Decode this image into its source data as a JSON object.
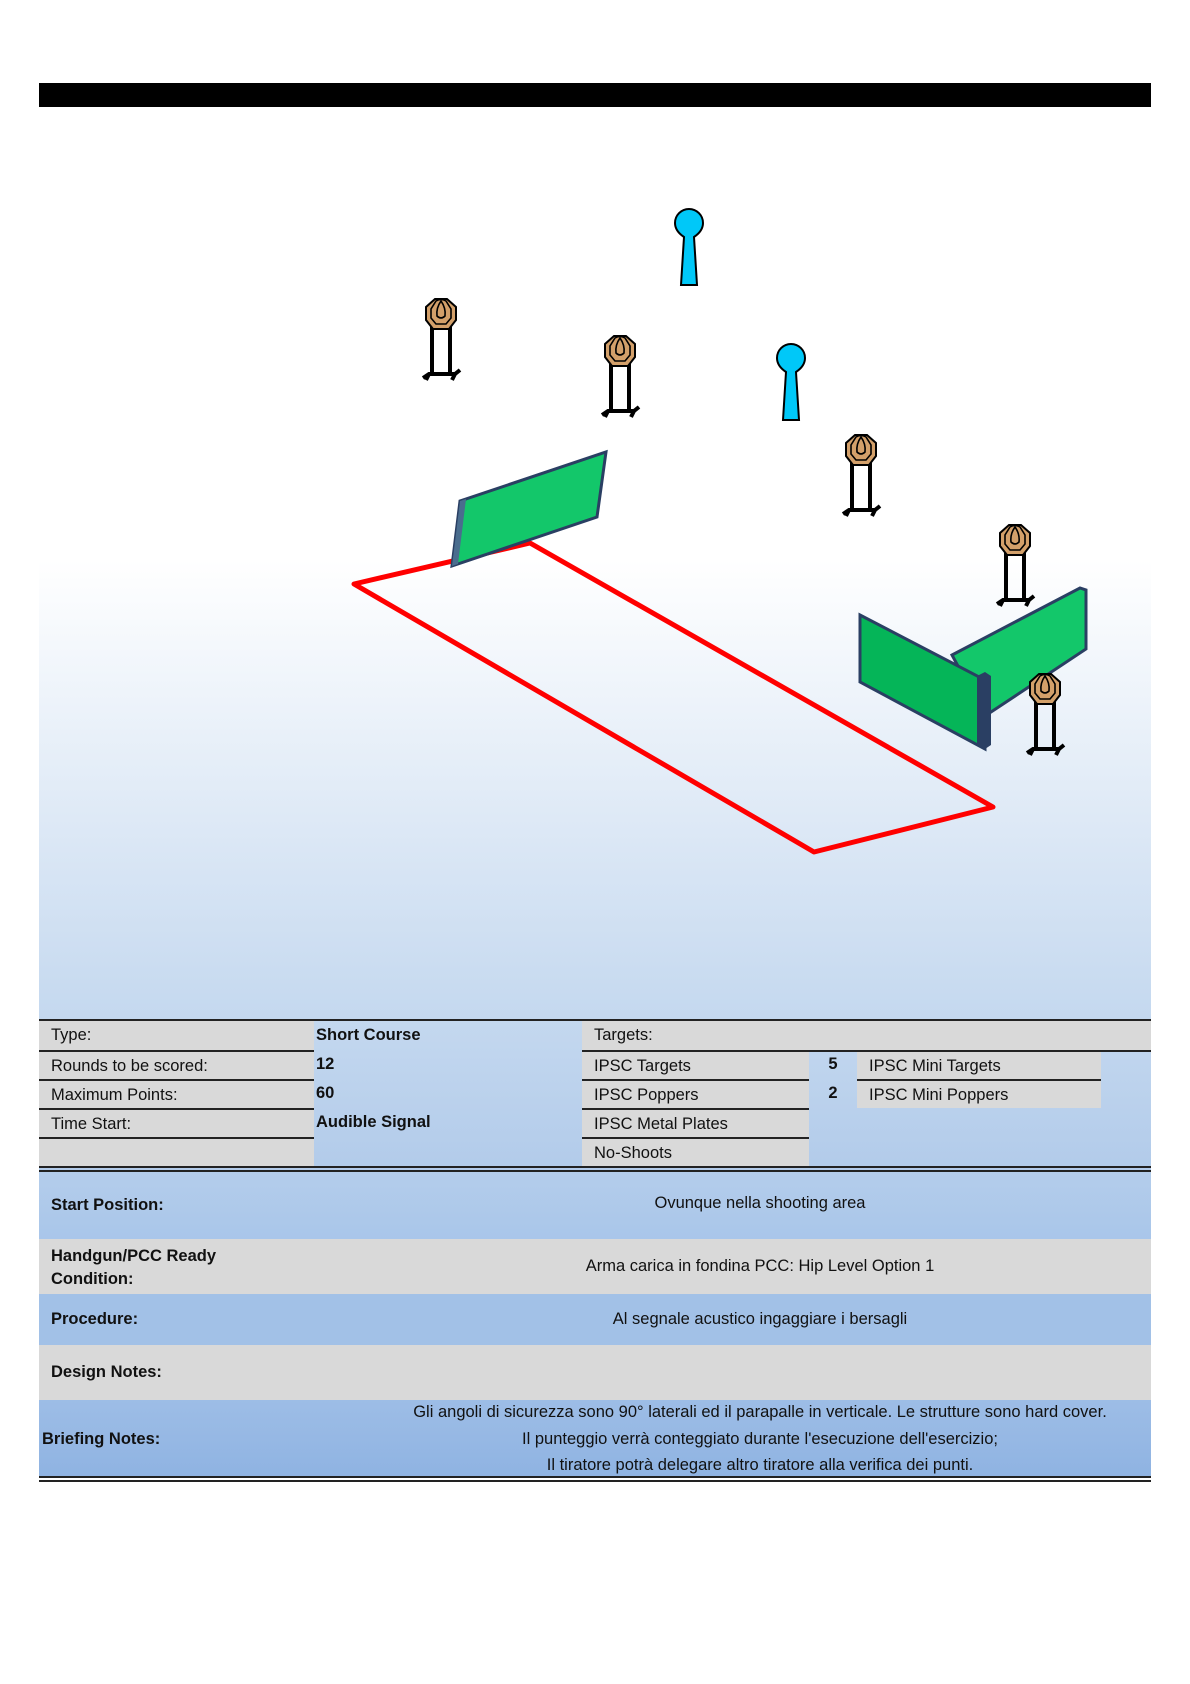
{
  "stage": {
    "colors": {
      "fault_line": "#ff0000",
      "wall": "#13c76a",
      "paper_target": "#d3a06a",
      "popper": "#00c8f8"
    }
  },
  "info": {
    "type_label": "Type:",
    "type_value": "Short Course",
    "rounds_label": "Rounds to be scored:",
    "rounds_value": "12",
    "max_points_label": "Maximum Points:",
    "max_points_value": "60",
    "time_start_label": "Time Start:",
    "time_start_value": "Audible Signal",
    "targets_label": "Targets:",
    "targets": [
      {
        "label": "IPSC Targets",
        "count": "5"
      },
      {
        "label": "IPSC Poppers",
        "count": "2"
      },
      {
        "label": "IPSC Metal Plates",
        "count": ""
      },
      {
        "label": "No-Shoots",
        "count": ""
      }
    ],
    "mini_targets": [
      {
        "label": "IPSC Mini Targets"
      },
      {
        "label": "IPSC Mini Poppers"
      }
    ]
  },
  "details": {
    "start_position": {
      "label": "Start Position:",
      "value": "Ovunque nella shooting area"
    },
    "ready_condition": {
      "label_line1": "Handgun/PCC Ready",
      "label_line2": "Condition:",
      "value": "Arma carica in fondina PCC: Hip Level Option 1"
    },
    "procedure": {
      "label": "Procedure:",
      "value": "Al segnale acustico ingaggiare i bersagli"
    },
    "design_notes": {
      "label": "Design Notes:",
      "value": ""
    },
    "briefing_notes": {
      "label": "Briefing Notes:",
      "lines": [
        "Gli angoli di sicurezza sono 90° laterali ed il parapalle in verticale. Le strutture sono hard cover.",
        "Il punteggio verrà conteggiato durante l'esecuzione dell'esercizio;",
        "Il tiratore potrà delegare altro tiratore alla verifica dei punti."
      ]
    }
  }
}
